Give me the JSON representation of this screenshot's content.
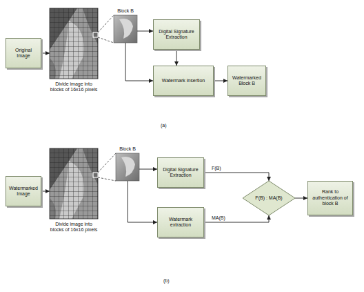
{
  "diagram": {
    "nodes": [
      {
        "text": [
          "Original Image"
        ]
      },
      {
        "text": [
          "Divide image into blocks of 16x16 pixels"
        ]
      },
      {
        "text": [
          "Block B"
        ]
      },
      {
        "text": [
          "Digital Signature Extraction"
        ]
      },
      {
        "text": [
          "Watermark insertion"
        ]
      },
      {
        "text": [
          "Watermarked Block B"
        ]
      },
      {
        "text": [
          "Watermarked Image"
        ]
      },
      {
        "text": [
          "Divide image into blocks of 16x16 pixels"
        ]
      },
      {
        "text": [
          "Block B"
        ]
      },
      {
        "text": [
          "Digital Signature Extraction"
        ]
      },
      {
        "text": [
          "Watermark extraction"
        ]
      },
      {
        "text": [
          "F(B) : MA(B)"
        ]
      },
      {
        "text": [
          "Rank to authentication of block B"
        ]
      }
    ],
    "edges": [
      {
        "from": 0,
        "to": 1,
        "arrow": "to"
      },
      {
        "from": 1,
        "to": 2,
        "arrow": "none"
      },
      {
        "from": 2,
        "to": 3,
        "arrow": "to"
      },
      {
        "from": 2,
        "to": 4,
        "arrow": "to"
      },
      {
        "from": 3,
        "to": 4,
        "arrow": "to"
      },
      {
        "from": 4,
        "to": 5,
        "arrow": "to"
      },
      {
        "from": 6,
        "to": 7,
        "arrow": "to"
      },
      {
        "from": 7,
        "to": 8,
        "arrow": "none"
      },
      {
        "from": 8,
        "to": 9,
        "arrow": "to"
      },
      {
        "from": 8,
        "to": 10,
        "arrow": "to"
      },
      {
        "from": 9,
        "to": 11,
        "label": "F(B)",
        "arrow": "to"
      },
      {
        "from": 10,
        "to": 11,
        "label": "MA(B)",
        "arrow": "to"
      },
      {
        "from": 11,
        "to": 12,
        "arrow": "to"
      }
    ],
    "labels": [
      "(a)",
      "(b)"
    ]
  }
}
